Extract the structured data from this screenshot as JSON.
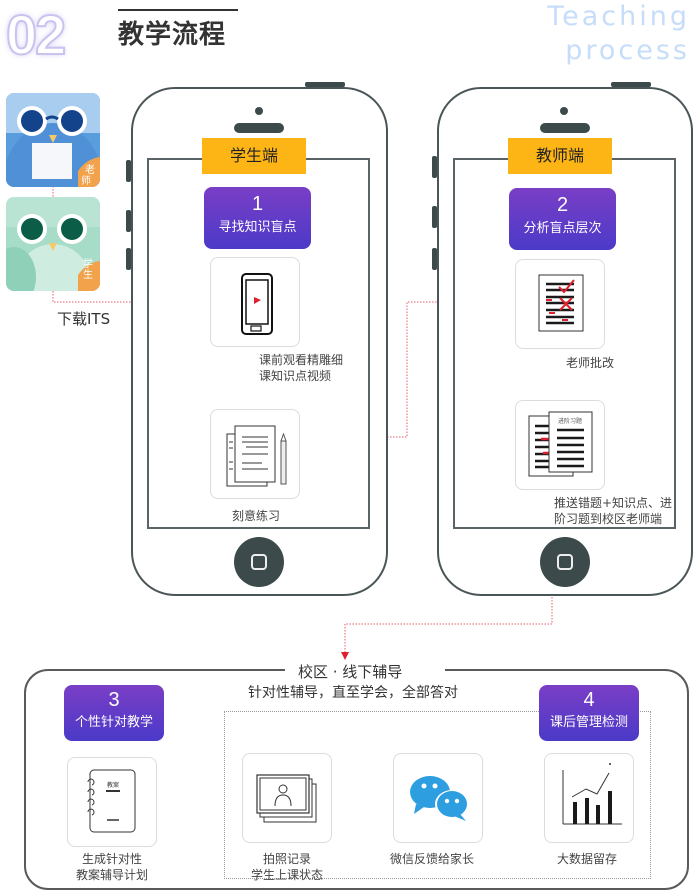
{
  "header": {
    "section_number": "02",
    "title": "教学流程",
    "english_title_line1": "Teaching",
    "english_title_line2": "process"
  },
  "apps": {
    "teacher_badge": "老师",
    "student_badge": "学生",
    "download_label": "下载ITS"
  },
  "student_phone": {
    "tag": "学生端",
    "step": {
      "number": "1",
      "label": "寻找知识盲点"
    },
    "caption_video_line1": "课前观看精雕细",
    "caption_video_line2": "课知识点视频",
    "caption_practice": "刻意练习"
  },
  "teacher_phone": {
    "tag": "教师端",
    "step": {
      "number": "2",
      "label": "分析盲点层次"
    },
    "caption_grading": "老师批改",
    "advanced_doc_title": "进阶习题",
    "caption_push_line1": "推送错题+知识点、进",
    "caption_push_line2": "阶习题到校区老师端"
  },
  "campus": {
    "title": "校区 · 线下辅导",
    "subtitle": "针对性辅导，直至学会，全部答对",
    "step3": {
      "number": "3",
      "label": "个性针对教学"
    },
    "step4": {
      "number": "4",
      "label": "课后管理检测"
    },
    "plan_doc_title": "教案",
    "caption_plan_line1": "生成针对性",
    "caption_plan_line2": "教案辅导计划",
    "caption_photo_line1": "拍照记录",
    "caption_photo_line2": "学生上课状态",
    "caption_wechat": "微信反馈给家长",
    "caption_bigdata": "大数据留存"
  },
  "colors": {
    "accent_yellow": "#fdb515",
    "step_gradient_top": "#7a3ec6",
    "step_gradient_bottom": "#4b3ac8",
    "flow_arrow_red": "#e0202e",
    "wechat_blue": "#2d9fe0",
    "phone_frame": "#3d4a4c"
  }
}
